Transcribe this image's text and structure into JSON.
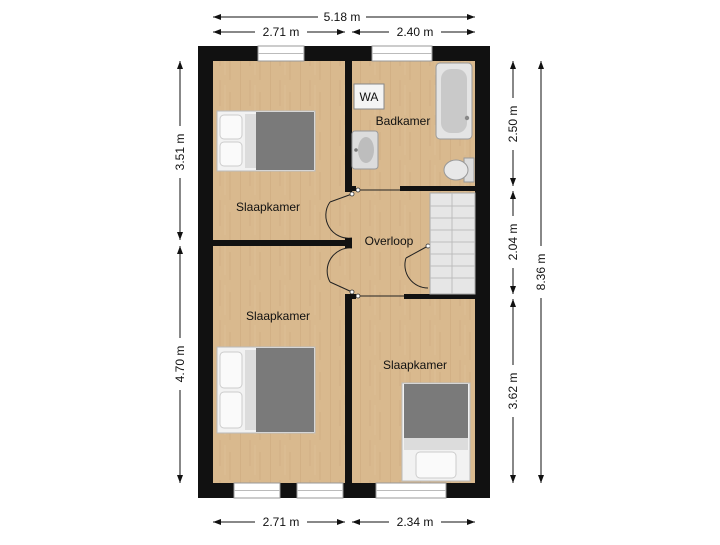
{
  "plan": {
    "rooms": {
      "bedroom_top_left": "Slaapkamer",
      "bathroom": "Badkamer",
      "wc": "WA",
      "landing": "Overloop",
      "bedroom_bottom_left": "Slaapkamer",
      "bedroom_bottom_right": "Slaapkamer"
    },
    "dimensions": {
      "top_total": "5.18 m",
      "top_left": "2.71 m",
      "top_right": "2.40 m",
      "bottom_left": "2.71 m",
      "bottom_right": "2.34 m",
      "left_upper": "3.51 m",
      "left_lower": "4.70 m",
      "right_bath": "2.50 m",
      "right_landing": "2.04 m",
      "right_bedroom": "3.62 m",
      "right_total": "8.36 m"
    },
    "colors": {
      "wall": "#111111",
      "floor": "#d9b98e",
      "floor_grain": "#c9a579",
      "bed_blanket": "#7a7a7a",
      "sheet": "#f2f2f2",
      "fixture": "#dedede"
    }
  }
}
